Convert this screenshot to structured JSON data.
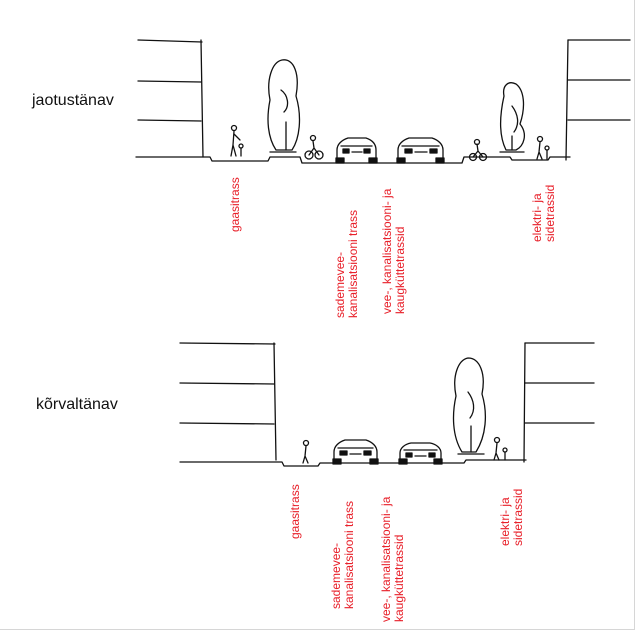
{
  "colors": {
    "label": "#e8202a",
    "ink": "#111111"
  },
  "sections": [
    {
      "title": "jaotustänav",
      "labels": [
        {
          "lines": [
            "gaasitrass"
          ]
        },
        {
          "lines": [
            "sademevee-",
            "kanalisatsiooni trass"
          ]
        },
        {
          "lines": [
            "vee-, kanalisatsiooni- ja",
            "kaugküttetrassid"
          ]
        },
        {
          "lines": [
            "elektri- ja",
            "sidetrassid"
          ]
        }
      ]
    },
    {
      "title": "kõrvaltänav",
      "labels": [
        {
          "lines": [
            "gaasitrass"
          ]
        },
        {
          "lines": [
            "sademevee-",
            "kanalisatsiooni trass"
          ]
        },
        {
          "lines": [
            "vee-, kanalisatsiooni- ja",
            "kaugküttetrassid"
          ]
        },
        {
          "lines": [
            "elektri- ja",
            "sidetrassid"
          ]
        }
      ]
    }
  ]
}
